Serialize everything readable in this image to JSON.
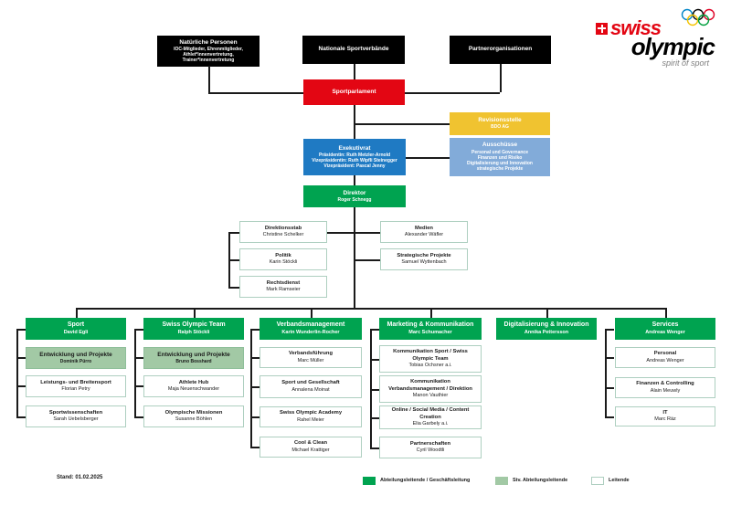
{
  "meta": {
    "stand_label": "Stand: 01.02.2025"
  },
  "logo": {
    "brand_line1": "swiss",
    "brand_line2": "olympic",
    "tagline": "spirit of sport"
  },
  "colors": {
    "red": "#E30613",
    "yellow": "#F0C330",
    "blue": "#1F7AC3",
    "lightblue": "#82ABD9",
    "green": "#00A350",
    "lightgreen": "#A2C9A5",
    "boxborder": "#AECFC0",
    "ring_blue": "#0085C7",
    "ring_yellow": "#F4C300",
    "ring_black": "#000000",
    "ring_green": "#009F3D",
    "ring_red": "#DF0024"
  },
  "org": {
    "natuerliche_personen": {
      "title": "Natürliche Personen",
      "details": [
        "IOC-Mitglieder, Ehrenmitglieder,",
        "Athlet*innenvertretung,",
        "Trainer*innenvertretung"
      ]
    },
    "nationale_sportverbaende": {
      "title": "Nationale Sportverbände",
      "details": []
    },
    "partnerorganisationen": {
      "title": "Partnerorganisationen",
      "details": []
    },
    "sportparlament": {
      "title": "Sportparlament",
      "details": []
    },
    "revisionsstelle": {
      "title": "Revisionsstelle",
      "details": [
        "BDO AG"
      ]
    },
    "exekutivrat": {
      "title": "Exekutivrat",
      "details": [
        "Präsidentin: Ruth Metzler-Arnold",
        "Vizepräsidentin: Ruth Wipfli Steinegger",
        "Vizepräsident: Pascal Jenny"
      ]
    },
    "ausschuesse": {
      "title": "Ausschüsse",
      "details": [
        "Personal und Governance",
        "Finanzen und Risiko",
        "Digitalisierung und Innovation",
        "strategische Projekte"
      ]
    },
    "direktor": {
      "title": "Direktor",
      "details": [
        "Roger Schnegg"
      ]
    },
    "staff_units": [
      {
        "title": "Direktionsstab",
        "name": "Christine Schelker"
      },
      {
        "title": "Politik",
        "name": "Karin Stöckli"
      },
      {
        "title": "Rechtsdienst",
        "name": "Mark Ramseier"
      },
      {
        "title": "Medien",
        "name": "Alexander Wäfler"
      },
      {
        "title": "Strategische Projekte",
        "name": "Samuel Wyttenbach"
      }
    ],
    "departments": [
      {
        "title": "Sport",
        "head": "David Egli",
        "units": [
          {
            "title": "Entwicklung und Projekte",
            "name": "Dominik Pürro",
            "role": "deputy"
          },
          {
            "title": "Leistungs- und Breitensport",
            "name": "Florian Petry",
            "role": "lead"
          },
          {
            "title": "Sportwissenschaften",
            "name": "Sarah Uebelsberger",
            "role": "lead"
          }
        ]
      },
      {
        "title": "Swiss Olympic Team",
        "head": "Ralph Stöckli",
        "units": [
          {
            "title": "Entwicklung und Projekte",
            "name": "Bruno Bosshard",
            "role": "deputy"
          },
          {
            "title": "Athlete Hub",
            "name": "Maja Neuenschwander",
            "role": "lead"
          },
          {
            "title": "Olympische Missionen",
            "name": "Susanne Böhlen",
            "role": "lead"
          }
        ]
      },
      {
        "title": "Verbandsmanagement",
        "head": "Karin Wunderlin-Rocher",
        "units": [
          {
            "title": "Verbandsführung",
            "name": "Marc Müller",
            "role": "lead"
          },
          {
            "title": "Sport und Gesellschaft",
            "name": "Annalena Moinat",
            "role": "lead"
          },
          {
            "title": "Swiss Olympic Academy",
            "name": "Rahel Meier",
            "role": "lead"
          },
          {
            "title": "Cool & Clean",
            "name": "Michael Krattiger",
            "role": "lead"
          }
        ]
      },
      {
        "title": "Marketing & Kommunikation",
        "head": "Marc Schumacher",
        "units": [
          {
            "title": "Kommunikation Sport / Swiss Olympic Team",
            "name": "Tobias Ochsner a.i.",
            "role": "lead"
          },
          {
            "title": "Kommunikation Verbandsmanagement / Direktion",
            "name": "Manon Vauthier",
            "role": "lead"
          },
          {
            "title": "Online / Social Media / Content Creation",
            "name": "Elia Garbely a.i.",
            "role": "lead"
          },
          {
            "title": "Partnerschaften",
            "name": "Cyril Woodtli",
            "role": "lead"
          }
        ]
      },
      {
        "title": "Digitalisierung & Innovation",
        "head": "Annika Pettersson",
        "units": []
      },
      {
        "title": "Services",
        "head": "Andreas Wenger",
        "units": [
          {
            "title": "Personal",
            "name": "Andreas Wenger",
            "role": "lead"
          },
          {
            "title": "Finanzen & Controlling",
            "name": "Alain Meuwly",
            "role": "lead"
          },
          {
            "title": "IT",
            "name": "Marc Räz",
            "role": "lead"
          }
        ]
      }
    ]
  },
  "legend": [
    {
      "label": "Abteilungsleitende / Geschäftsleitung",
      "swatch": "green"
    },
    {
      "label": "Stv. Abteilungsleitende",
      "swatch": "light-green"
    },
    {
      "label": "Leitende",
      "swatch": "white"
    }
  ]
}
